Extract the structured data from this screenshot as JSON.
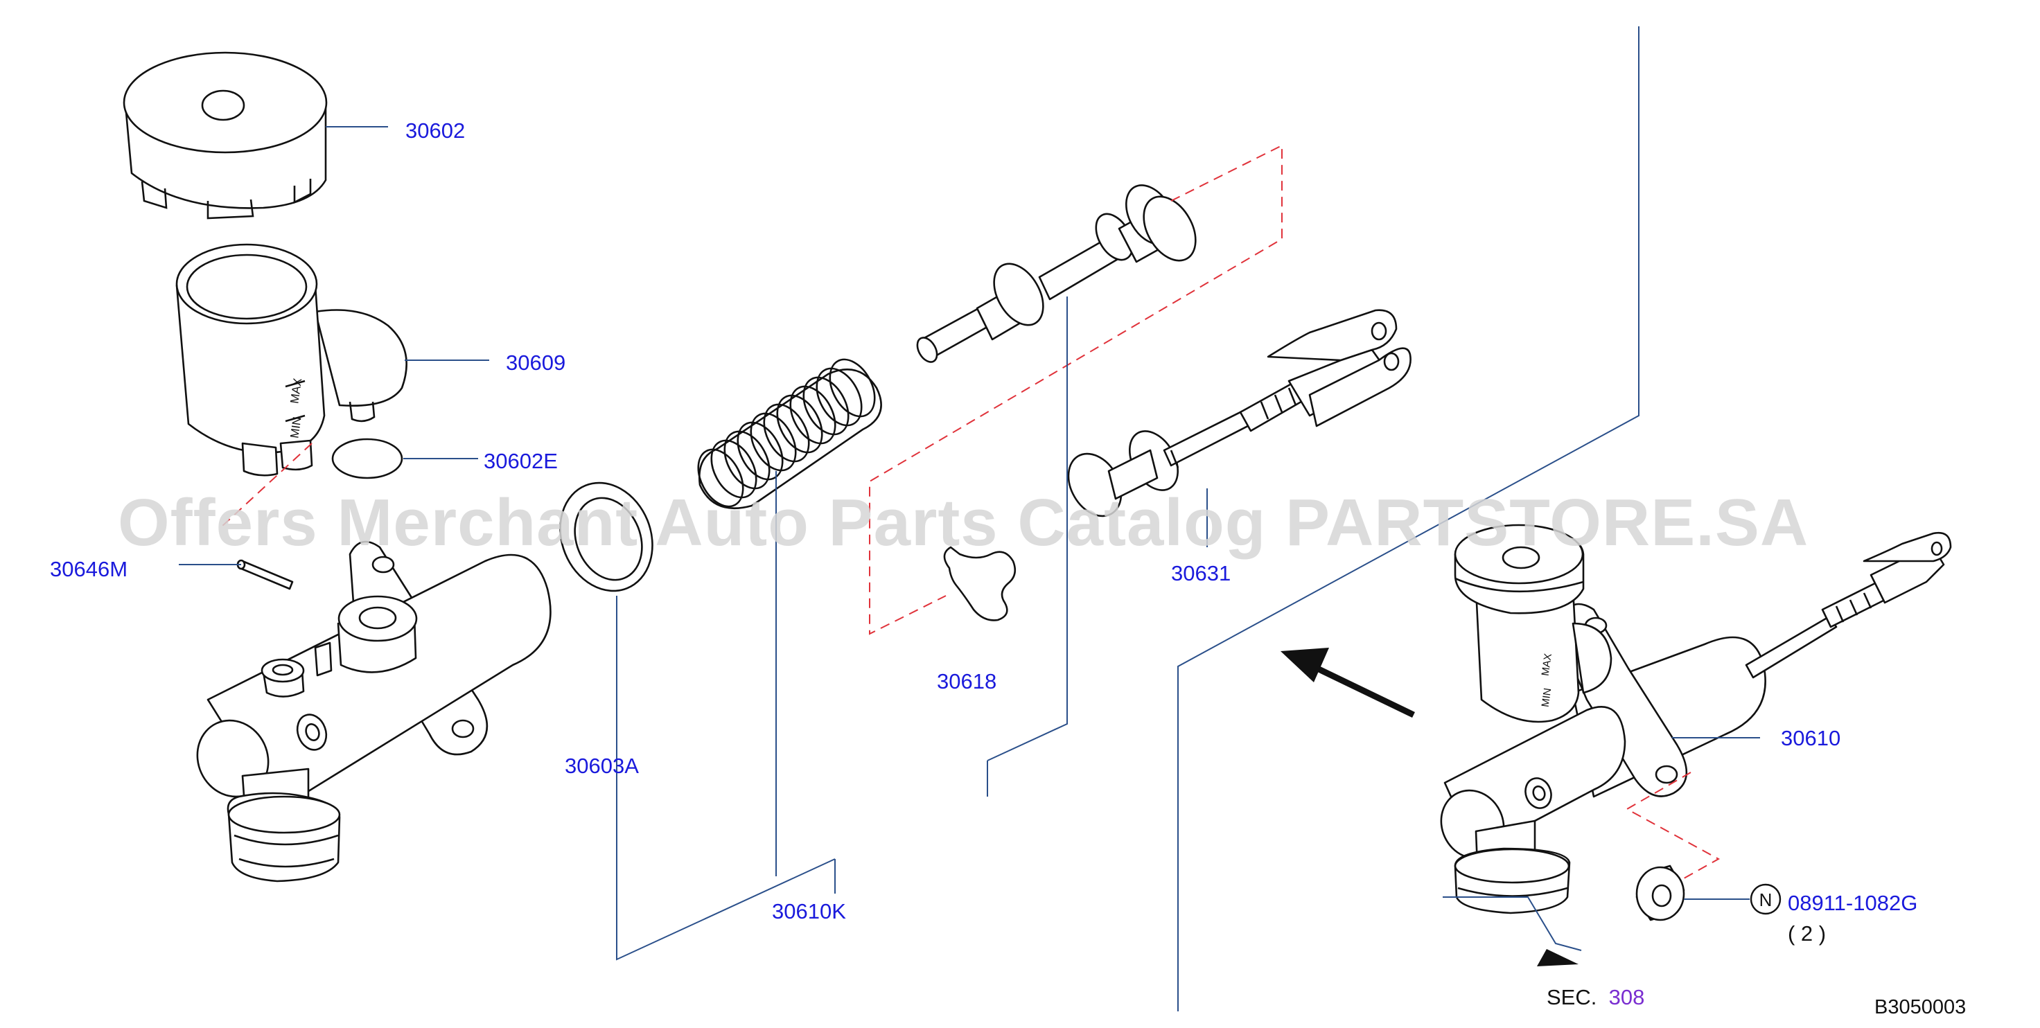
{
  "watermark": "Offers Merchant Auto Parts Catalog PARTSTORE.SA",
  "parts": {
    "p30602": "30602",
    "p30609": "30609",
    "p30602e": "30602E",
    "p30646m": "30646M",
    "p30603a": "30603A",
    "p30610k": "30610K",
    "p30618": "30618",
    "p30631": "30631",
    "p30610": "30610",
    "p08911": "08911-1082G",
    "p08911_qty": "( 2 )"
  },
  "markings": {
    "max": "MAX",
    "min": "MIN"
  },
  "n_symbol": "N",
  "section_ref": {
    "prefix": "SEC.",
    "number": "308"
  },
  "diagram_code": "B3050003",
  "colors": {
    "label": "#1a1adc",
    "leader": "#2a4f8a",
    "dashed": "#e0323a",
    "section": "#7a2ed0"
  }
}
